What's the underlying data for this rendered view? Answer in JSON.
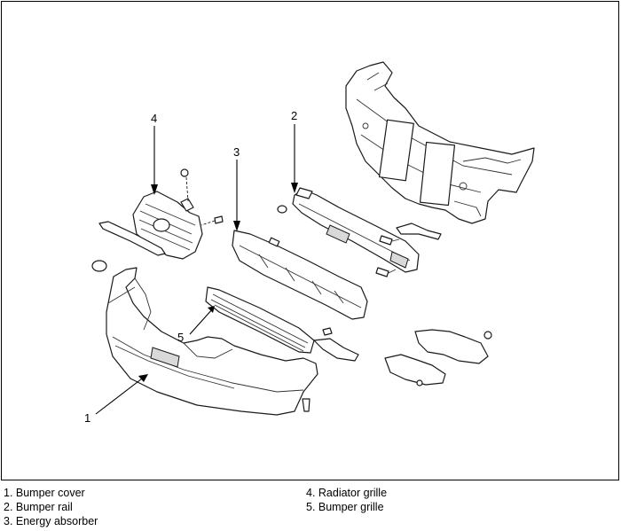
{
  "callouts": {
    "c1": "1",
    "c2": "2",
    "c3": "3",
    "c4": "4",
    "c5": "5"
  },
  "legend": {
    "col1": [
      "1. Bumper cover",
      "2. Bumper rail",
      "3. Energy absorber"
    ],
    "col2": [
      "4. Radiator grille",
      "5. Bumper grille"
    ]
  }
}
